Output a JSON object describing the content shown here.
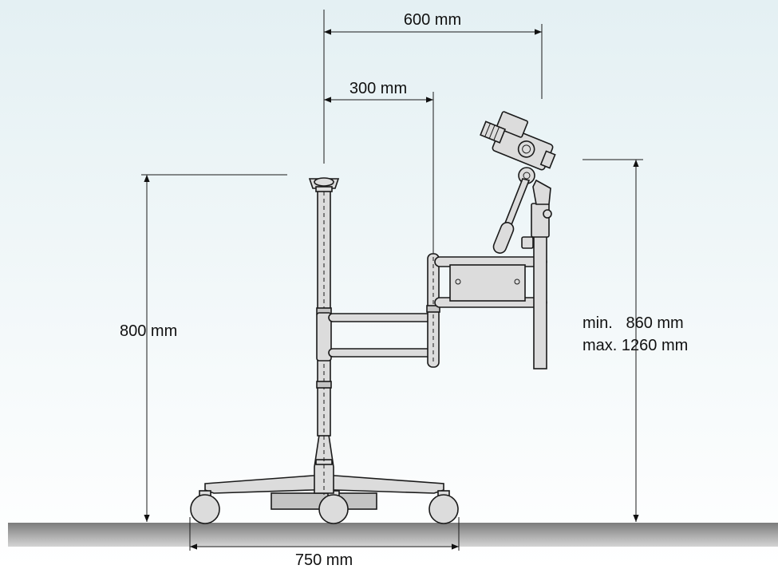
{
  "dimensions": {
    "reach_max": "600 mm",
    "reach_min": "300 mm",
    "column_height": "800 mm",
    "eyepiece_height_min": "min.   860 mm",
    "eyepiece_height_max": "max. 1260 mm",
    "base_width": "750 mm"
  },
  "colors": {
    "background_top": "#e4f0f3",
    "background_bottom": "#ffffff",
    "floor": "#8a8a8a",
    "metal": "#dcdcdc",
    "outline": "#1a1a1a"
  }
}
